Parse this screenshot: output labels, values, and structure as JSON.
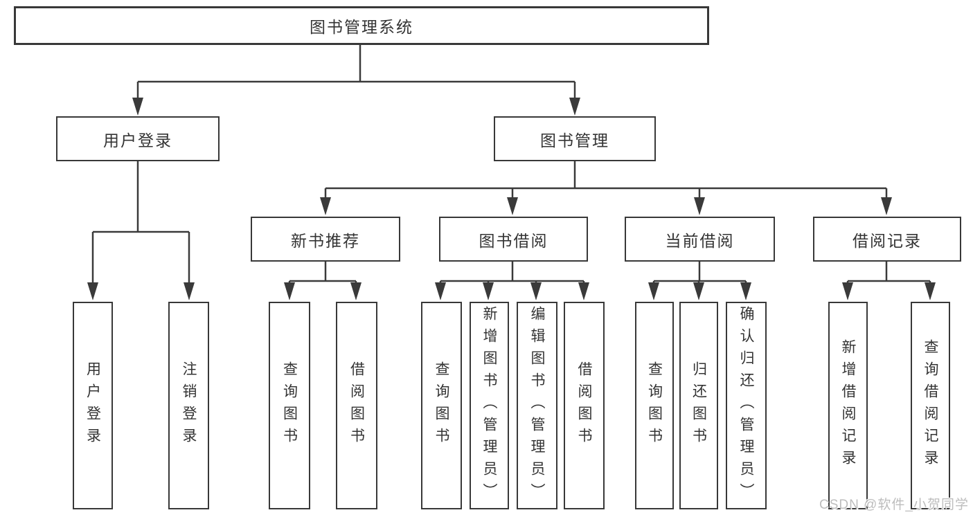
{
  "colors": {
    "line": "#3a3a3a",
    "box_border": "#383838",
    "box_background": "#ffffff",
    "text": "#333333",
    "watermark": "#bdbdbd"
  },
  "nodes": {
    "root": "图书管理系统",
    "branches": [
      {
        "label": "用户登录",
        "children": [
          "用户登录",
          "注销登录"
        ]
      },
      {
        "label": "图书管理",
        "children": [
          {
            "label": "新书推荐",
            "children": [
              "查询图书",
              "借阅图书"
            ]
          },
          {
            "label": "图书借阅",
            "children": [
              "查询图书",
              "新增图书（管理员）",
              "编辑图书（管理员）",
              "借阅图书"
            ]
          },
          {
            "label": "当前借阅",
            "children": [
              "查询图书",
              "归还图书",
              "确认归还（管理员）"
            ]
          },
          {
            "label": "借阅记录",
            "children": [
              "新增借阅记录",
              "查询借阅记录"
            ]
          }
        ]
      }
    ]
  },
  "watermark": "CSDN @软件_小贺同学"
}
